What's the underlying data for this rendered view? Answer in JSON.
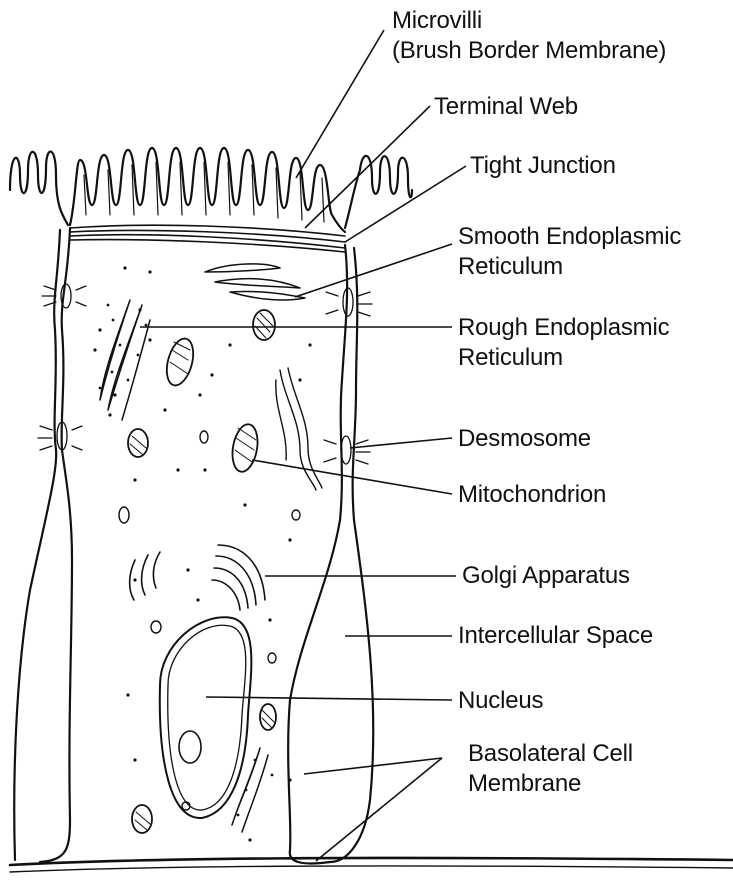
{
  "diagram": {
    "labels": [
      {
        "key": "microvilli",
        "lines": [
          "Microvilli",
          "(Brush Border Membrane)"
        ]
      },
      {
        "key": "terminal-web",
        "lines": [
          "Terminal Web"
        ]
      },
      {
        "key": "tight-junction",
        "lines": [
          "Tight Junction"
        ]
      },
      {
        "key": "smooth-er",
        "lines": [
          "Smooth Endoplasmic",
          "Reticulum"
        ]
      },
      {
        "key": "rough-er",
        "lines": [
          "Rough Endoplasmic",
          "Reticulum"
        ]
      },
      {
        "key": "desmosome",
        "lines": [
          "Desmosome"
        ]
      },
      {
        "key": "mitochondrion",
        "lines": [
          "Mitochondrion"
        ]
      },
      {
        "key": "golgi",
        "lines": [
          "Golgi Apparatus"
        ]
      },
      {
        "key": "intercellular-space",
        "lines": [
          "Intercellular Space"
        ]
      },
      {
        "key": "nucleus",
        "lines": [
          "Nucleus"
        ]
      },
      {
        "key": "basolateral",
        "lines": [
          "Basolateral Cell",
          "Membrane"
        ]
      }
    ]
  }
}
